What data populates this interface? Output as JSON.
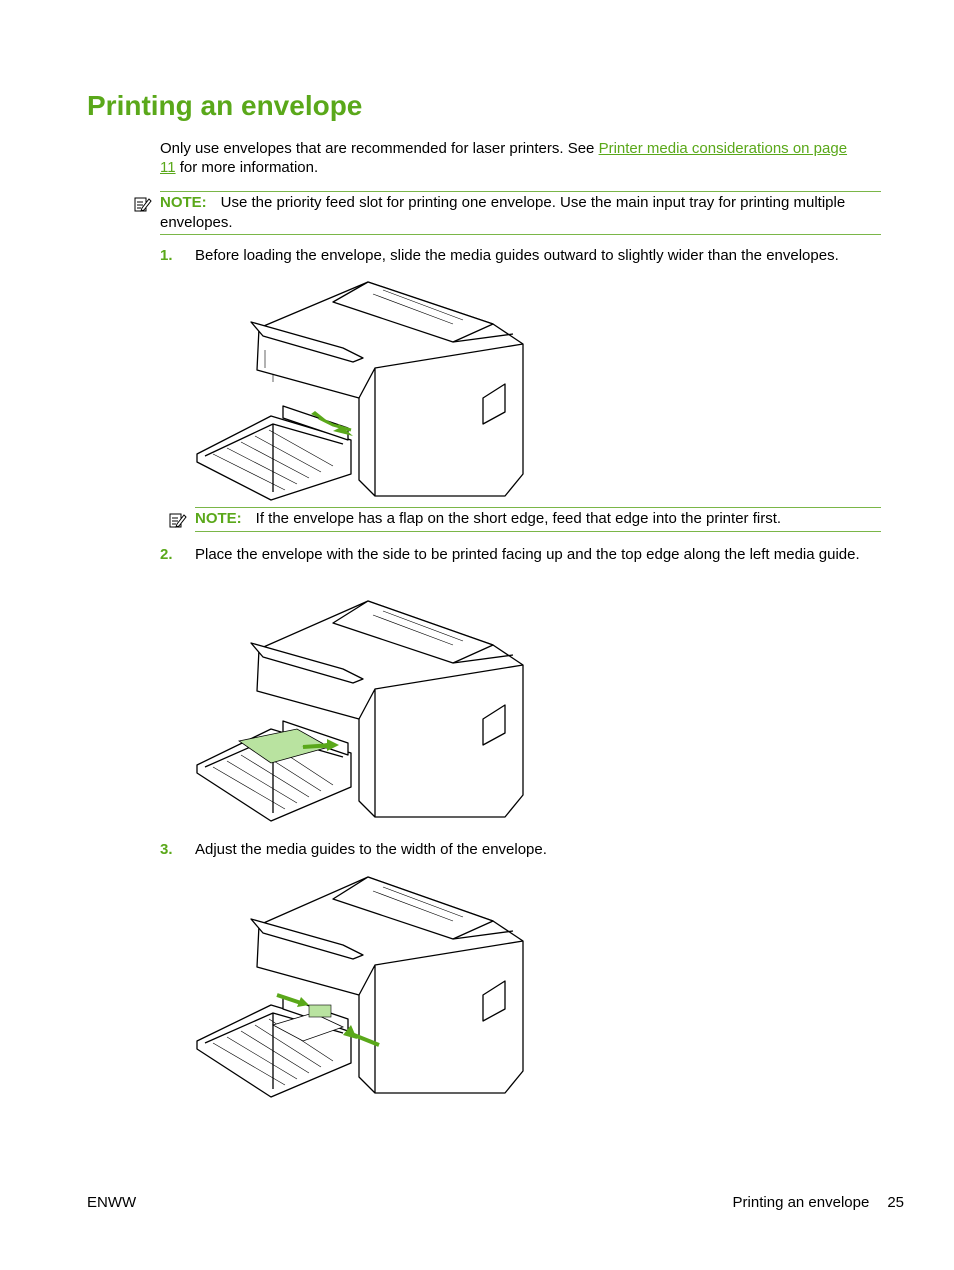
{
  "title": "Printing an envelope",
  "intro": {
    "text_before": "Only use envelopes that are recommended for laser printers. See ",
    "link": "Printer media considerations on page 11",
    "text_after": " for more information."
  },
  "note1": {
    "label": "NOTE:",
    "text": "Use the priority feed slot for printing one envelope. Use the main input tray for printing multiple envelopes."
  },
  "steps": [
    {
      "number": "1.",
      "text": "Before loading the envelope, slide the media guides outward to slightly wider than the envelopes."
    },
    {
      "number": "2.",
      "text": "Place the envelope with the side to be printed facing up and the top edge along the left media guide."
    },
    {
      "number": "3.",
      "text": "Adjust the media guides to the width of the envelope."
    }
  ],
  "note2": {
    "label": "NOTE:",
    "text": "If the envelope has a flap on the short edge, feed that edge into the printer first."
  },
  "footer": {
    "left": "ENWW",
    "section": "Printing an envelope",
    "page": "25"
  },
  "colors": {
    "accent": "#5aa81a",
    "rule": "#7ab648",
    "highlight_fill": "#b9e3a0"
  }
}
